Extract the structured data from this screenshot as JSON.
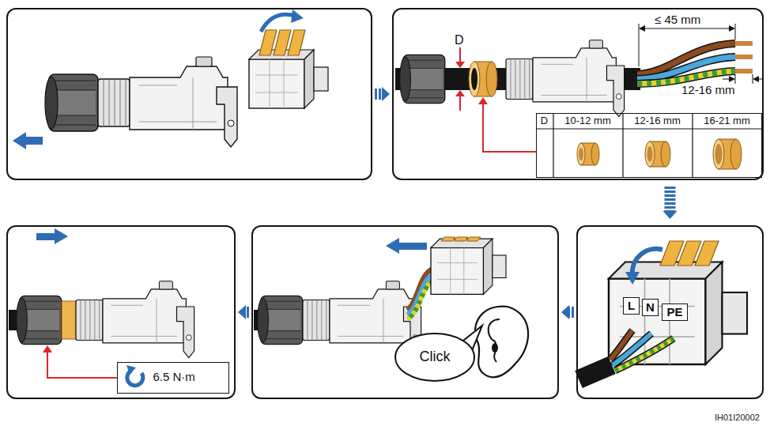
{
  "diagram": {
    "nodes": [
      {
        "text": []
      },
      {
        "text": [
          "D",
          "≤ 45 mm",
          "12-16 mm"
        ]
      },
      {
        "text": [
          "D",
          "10-12 mm",
          "12-16 mm",
          "16-21 mm"
        ],
        "in": 1
      },
      {
        "text": []
      },
      {
        "text": [
          "L"
        ],
        "in": 3
      },
      {
        "text": [
          "N"
        ],
        "in": 3
      },
      {
        "text": [
          "PE"
        ],
        "in": 3
      },
      {
        "text": []
      },
      {
        "text": [
          "Click"
        ],
        "in": 7
      },
      {
        "text": []
      },
      {
        "text": [
          "6.5 N·m"
        ],
        "in": 9
      }
    ],
    "edges": [
      {
        "from": 0,
        "to": 1,
        "arrow": "to"
      },
      {
        "from": 1,
        "to": 3,
        "arrow": "to"
      },
      {
        "from": 3,
        "to": 7,
        "arrow": "to"
      },
      {
        "from": 7,
        "to": 9,
        "arrow": "to"
      }
    ],
    "labels": [
      "IH01I20002"
    ]
  }
}
